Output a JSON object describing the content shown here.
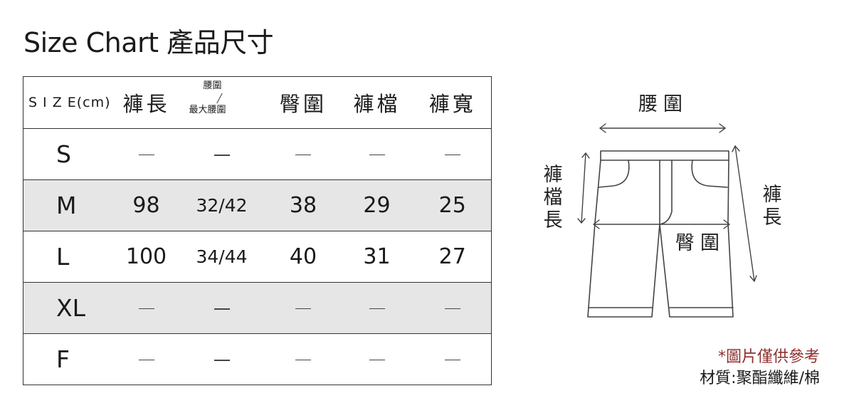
{
  "title": "Size Chart 產品尺寸",
  "table": {
    "headers": {
      "size": "S I Z E(cm)",
      "length": "褲長",
      "waist_top": "腰圍",
      "waist_bottom": "最大腰圍",
      "hip": "臀圍",
      "rise": "褲檔",
      "leg_width": "褲寬"
    },
    "rows": [
      {
        "size": "S",
        "values": [
          "—",
          "—",
          "—",
          "—",
          "—"
        ]
      },
      {
        "size": "M",
        "values": [
          "98",
          "32/42",
          "38",
          "29",
          "25"
        ]
      },
      {
        "size": "L",
        "values": [
          "100",
          "34/44",
          "40",
          "31",
          "27"
        ]
      },
      {
        "size": "XL",
        "values": [
          "—",
          "—",
          "—",
          "—",
          "—"
        ]
      },
      {
        "size": "F",
        "values": [
          "—",
          "—",
          "—",
          "—",
          "—"
        ]
      }
    ],
    "shaded_rows": [
      "M",
      "XL"
    ],
    "shade_color": "#e6e6e6"
  },
  "diagram": {
    "waist_label": "腰圍",
    "hip_label": "臀圍",
    "rise_label": "褲檔長",
    "length_label": "褲長",
    "line_color": "#444444"
  },
  "notes": {
    "reference": "*圖片僅供參考",
    "reference_color": "#8f2f2f",
    "material": "材質:聚酯纖維/棉"
  }
}
